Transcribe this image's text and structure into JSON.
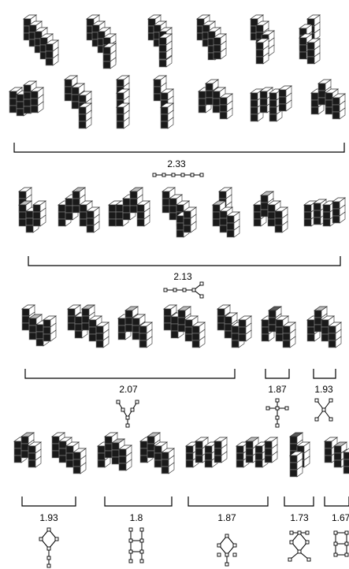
{
  "figure": {
    "groups": [
      {
        "label": "2.33",
        "graph": "path",
        "molecules": 13
      },
      {
        "label": "2.13",
        "graph": "branched-end",
        "molecules": 7
      },
      {
        "label": "2.07",
        "graph": "y-branched",
        "molecules": 5
      },
      {
        "label": "1.87",
        "graph": "cross",
        "molecules": 1
      },
      {
        "label": "1.93",
        "graph": "x-shape",
        "molecules": 1
      },
      {
        "label": "1.93",
        "graph": "diamond-tail",
        "molecules": 2
      },
      {
        "label": "1.8",
        "graph": "ladder",
        "molecules": 2
      },
      {
        "label": "1.87",
        "graph": "diamond-ends",
        "molecules": 2
      },
      {
        "label": "1.73",
        "graph": "diamond-x",
        "molecules": 1
      },
      {
        "label": "1.67",
        "graph": "ladder-small",
        "molecules": 1
      }
    ]
  },
  "colors": {
    "top": "#ffffff",
    "left": "#1a1a1a",
    "right": "#ffffff",
    "grid": "#888888",
    "highlight": "#bdbdbd",
    "dark": "#5a5a5a",
    "line": "#000000"
  }
}
